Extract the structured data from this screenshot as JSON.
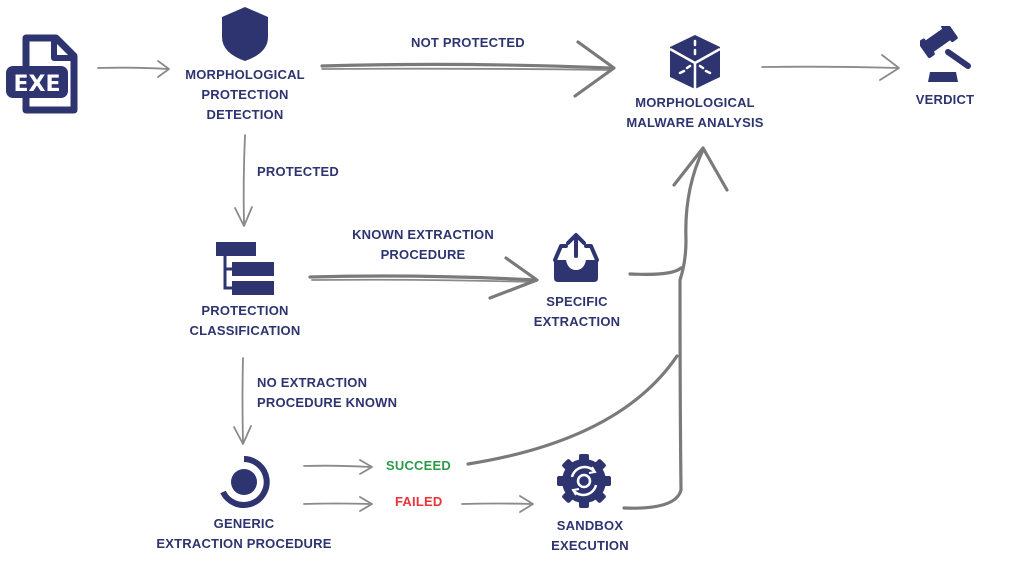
{
  "theme": {
    "icon_color": "#2e3470",
    "text_color": "#2e3470",
    "arrow_color": "#7a7a7a",
    "succeed_color": "#2e9a47",
    "failed_color": "#e8343a"
  },
  "nodes": {
    "exe": {
      "icon": "exe-file-icon",
      "lines": []
    },
    "detection": {
      "icon": "shield-icon",
      "lines": [
        "MORPHOLOGICAL",
        "PROTECTION",
        "DETECTION"
      ]
    },
    "analysis": {
      "icon": "cube-icon",
      "lines": [
        "MORPHOLOGICAL",
        "MALWARE ANALYSIS"
      ]
    },
    "verdict": {
      "icon": "gavel-icon",
      "lines": [
        "VERDICT"
      ]
    },
    "classification": {
      "icon": "hierarchy-icon",
      "lines": [
        "PROTECTION",
        "CLASSIFICATION"
      ]
    },
    "specific": {
      "icon": "tray-upload-icon",
      "lines": [
        "SPECIFIC",
        "EXTRACTION"
      ]
    },
    "generic": {
      "icon": "progress-ring-icon",
      "lines": [
        "GENERIC",
        "EXTRACTION PROCEDURE"
      ]
    },
    "sandbox": {
      "icon": "gear-sync-icon",
      "lines": [
        "SANDBOX",
        "EXECUTION"
      ]
    }
  },
  "edge_labels": {
    "not_protected": [
      "NOT PROTECTED"
    ],
    "protected": [
      "PROTECTED"
    ],
    "known": [
      "KNOWN EXTRACTION",
      "PROCEDURE"
    ],
    "no_known": [
      "NO EXTRACTION",
      "PROCEDURE KNOWN"
    ],
    "succeed": [
      "SUCCEED"
    ],
    "failed": [
      "FAILED"
    ]
  }
}
